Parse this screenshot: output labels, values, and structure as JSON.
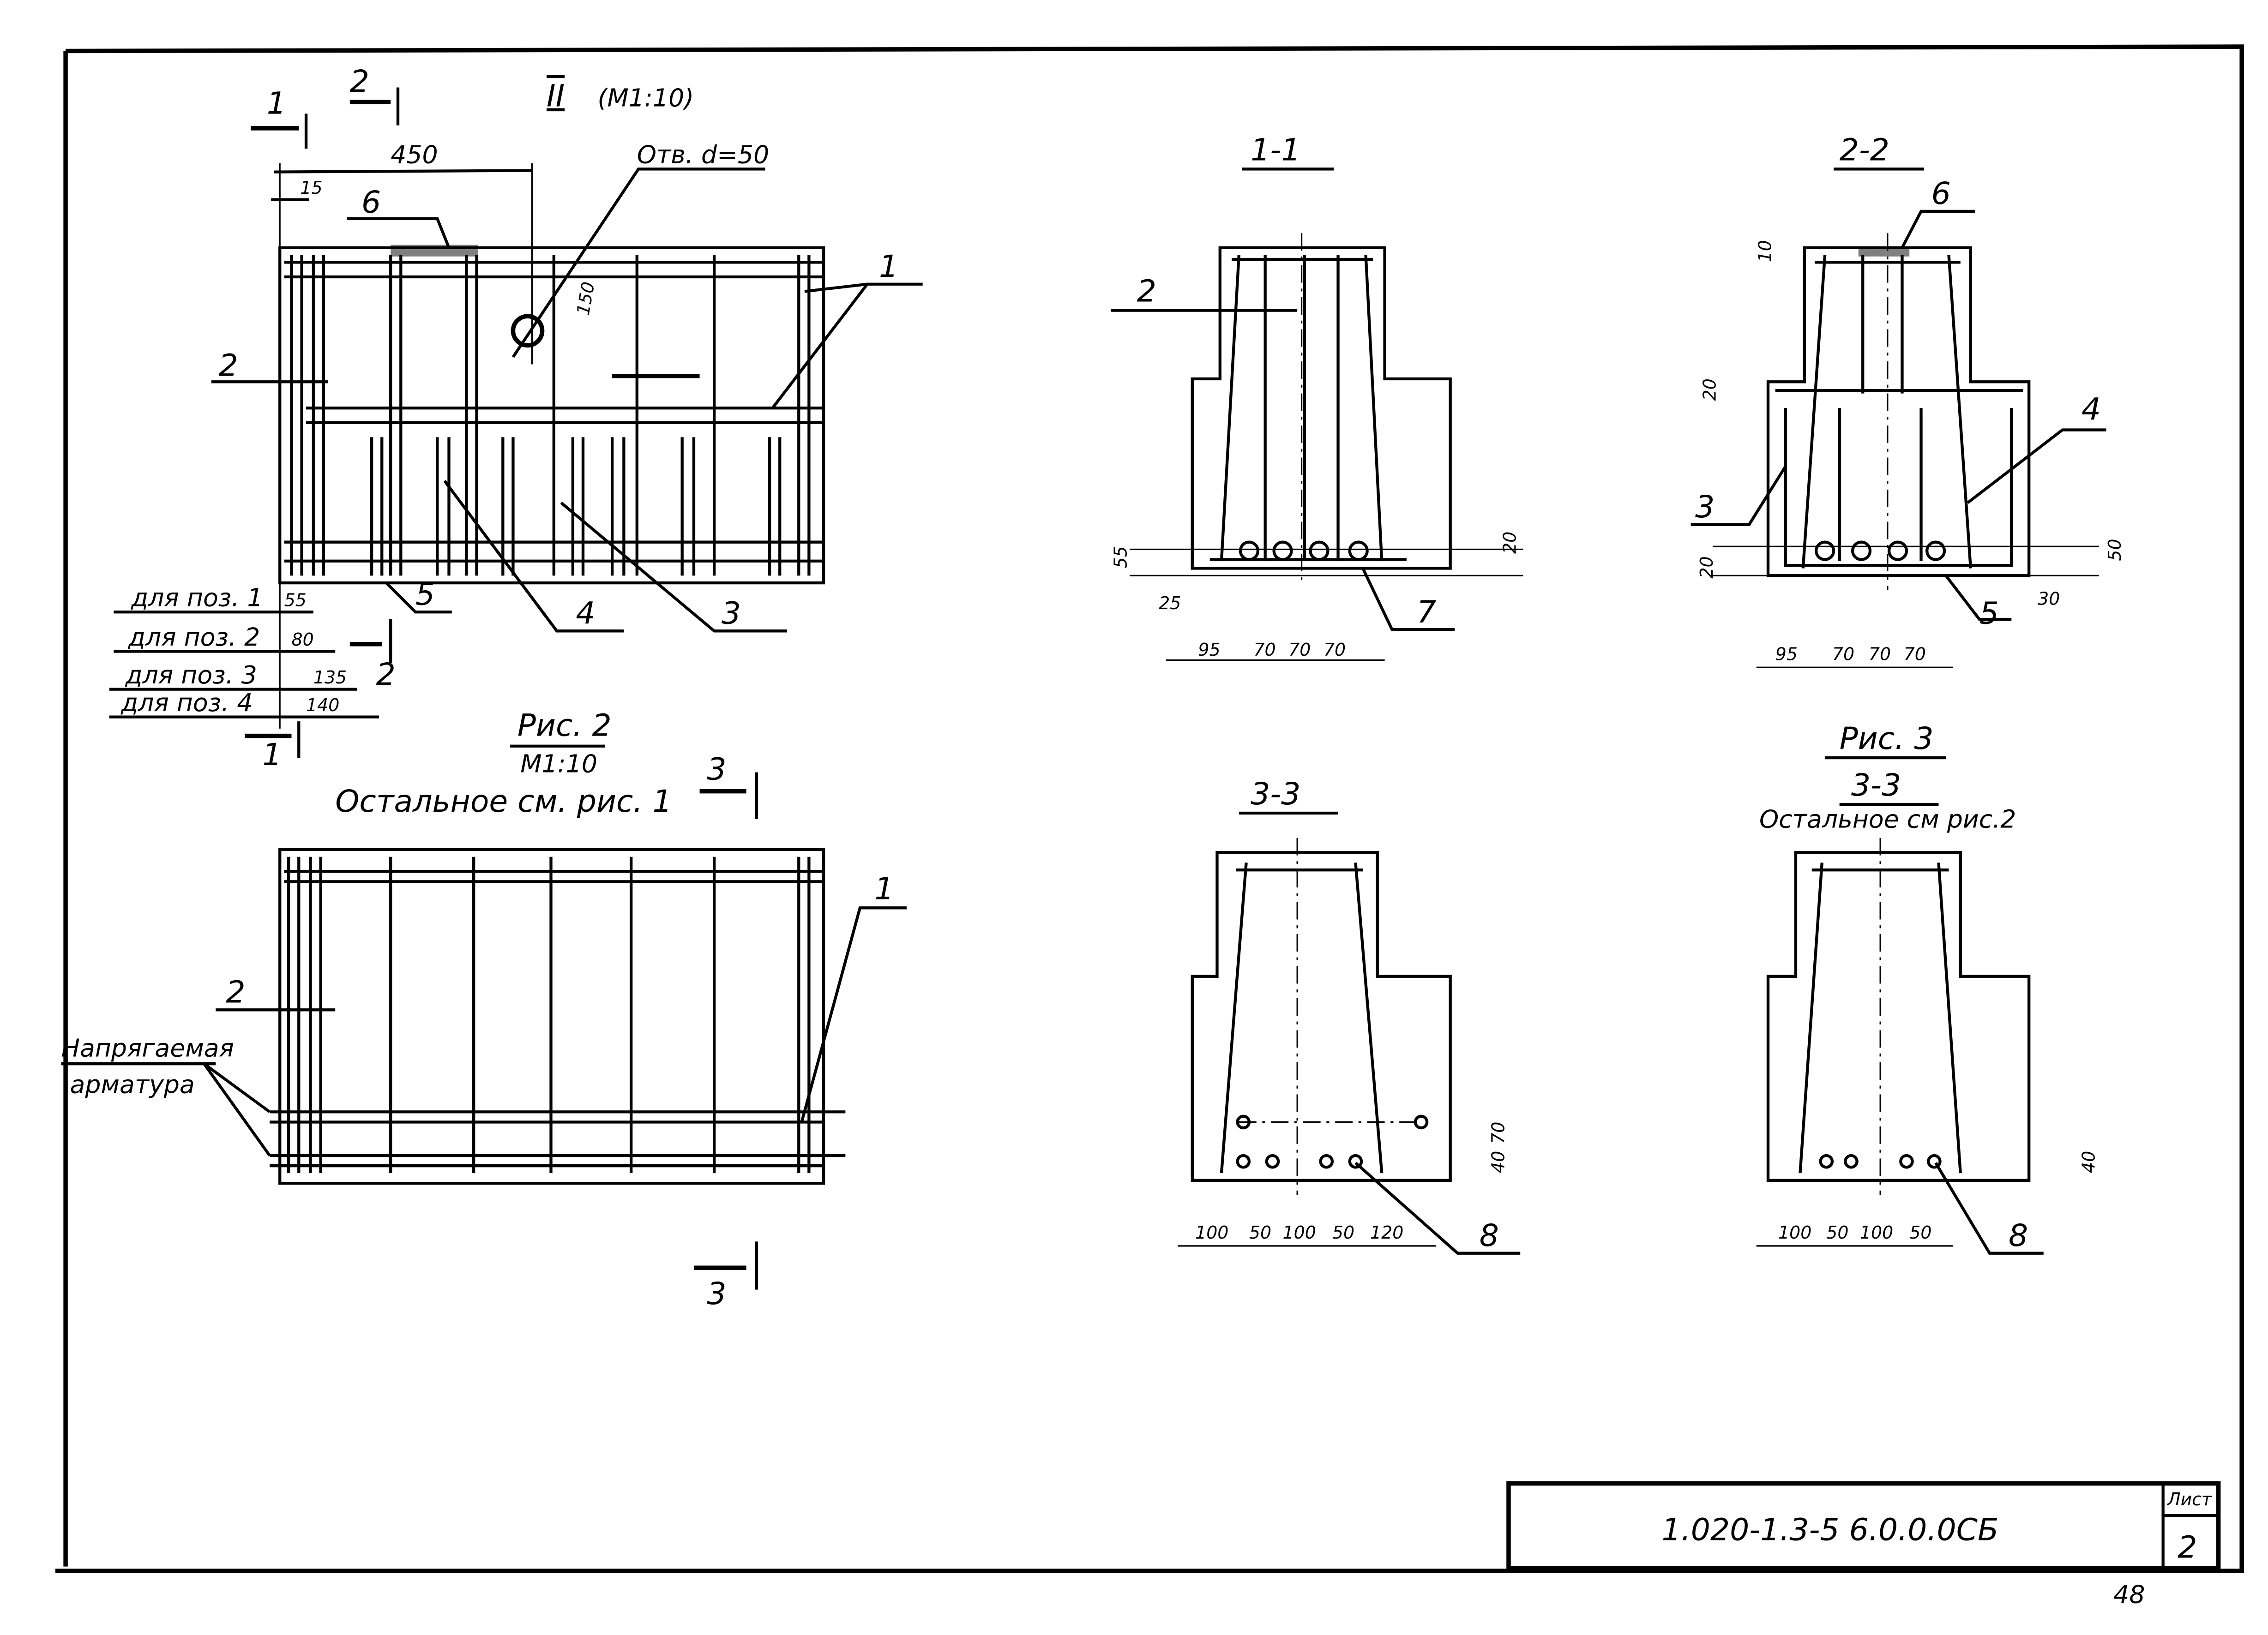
{
  "sheet": {
    "designation": "1.020-1.3-5 6.0.0.0СБ",
    "sheet_label": "Лист",
    "sheet_number": "2",
    "page_number": "48"
  },
  "view_main": {
    "title": "II",
    "scale": "(М1:10)",
    "section_mark_1": "1",
    "section_mark_2": "2",
    "dim_450": "450",
    "dim_15": "15",
    "dim_150": "150",
    "hole_note": "Отв. d=50",
    "pos_labels": [
      "1",
      "2",
      "3",
      "4",
      "5",
      "6"
    ],
    "offsets": [
      {
        "label": "для поз. 1",
        "value": "55"
      },
      {
        "label": "для поз. 2",
        "value": "80"
      },
      {
        "label": "для поз. 3",
        "value": "135"
      },
      {
        "label": "для поз. 4",
        "value": "140"
      }
    ]
  },
  "fig2": {
    "title": "Рис. 2",
    "scale": "М1:10",
    "note": "Остальное см. рис. 1",
    "section_mark": "3",
    "pos_1": "1",
    "pos_2": "2",
    "prestressed_label_1": "Напрягаемая",
    "prestressed_label_2": "арматура"
  },
  "section_1_1": {
    "title": "1-1",
    "pos_2": "2",
    "pos_7": "7",
    "dims": [
      "55",
      "25",
      "20",
      "95",
      "70",
      "70",
      "70"
    ]
  },
  "section_2_2": {
    "title": "2-2",
    "pos_6": "6",
    "pos_3": "3",
    "pos_4": "4",
    "pos_5": "5",
    "dims": [
      "10",
      "20",
      "20",
      "50",
      "30",
      "95",
      "70",
      "70",
      "70"
    ]
  },
  "section_3_3": {
    "title": "3-3",
    "pos_8": "8",
    "dims": [
      "100",
      "50",
      "100",
      "50",
      "120",
      "70",
      "40"
    ]
  },
  "fig3": {
    "title": "Рис. 3",
    "section_title": "3-3",
    "note": "Остальное см рис.2",
    "pos_8": "8",
    "dims": [
      "100",
      "50",
      "100",
      "50",
      "40"
    ]
  }
}
